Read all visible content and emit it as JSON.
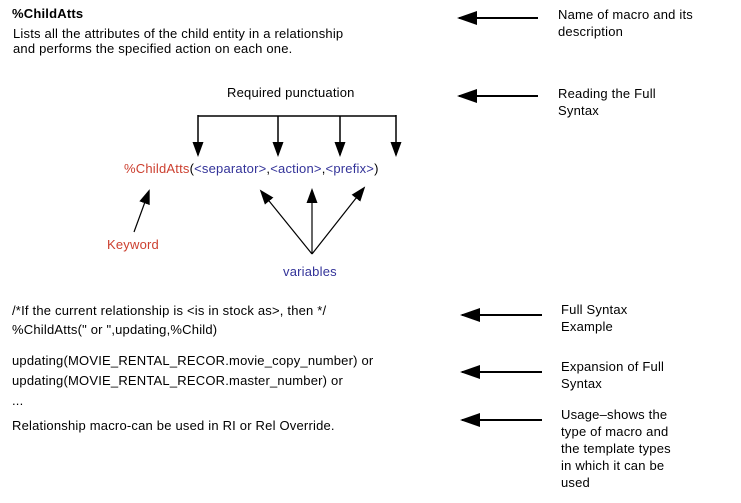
{
  "colors": {
    "keyword": "#cc4030",
    "variable": "#333399",
    "text": "#000000",
    "background": "#ffffff",
    "arrow": "#000000"
  },
  "header": {
    "title": "%ChildAtts",
    "description": [
      "Lists all the attributes of the child entity in a relationship",
      "and performs the specified action on each one."
    ]
  },
  "diagram": {
    "punctuation_label": "Required punctuation",
    "syntax": {
      "keyword": "%ChildAtts",
      "open_paren": "(",
      "separator": "<separator>",
      "comma1": ",",
      "action": "<action>",
      "comma2": ",",
      "prefix": "<prefix>",
      "close_paren": ")"
    },
    "keyword_label": "Keyword",
    "variables_label": "variables"
  },
  "example": {
    "comment": "/*If the current relationship is <is in stock as>, then */",
    "call": "%ChildAtts(\" or \",updating,%Child)"
  },
  "expansion": {
    "lines": [
      "updating(MOVIE_RENTAL_RECOR.movie_copy_number) or",
      "updating(MOVIE_RENTAL_RECOR.master_number) or",
      "..."
    ]
  },
  "usage_note": "Relationship macro-can be used in RI or Rel Override.",
  "annotations": [
    {
      "lines": [
        "Name of macro and its",
        "description"
      ]
    },
    {
      "lines": [
        "Reading the Full",
        "Syntax"
      ]
    },
    {
      "lines": [
        "Full Syntax",
        "Example"
      ]
    },
    {
      "lines": [
        "Expansion of Full",
        "Syntax"
      ]
    },
    {
      "lines": [
        "Usage–shows the",
        "type of macro and",
        "the template types",
        "in which it can be",
        "used"
      ]
    }
  ]
}
